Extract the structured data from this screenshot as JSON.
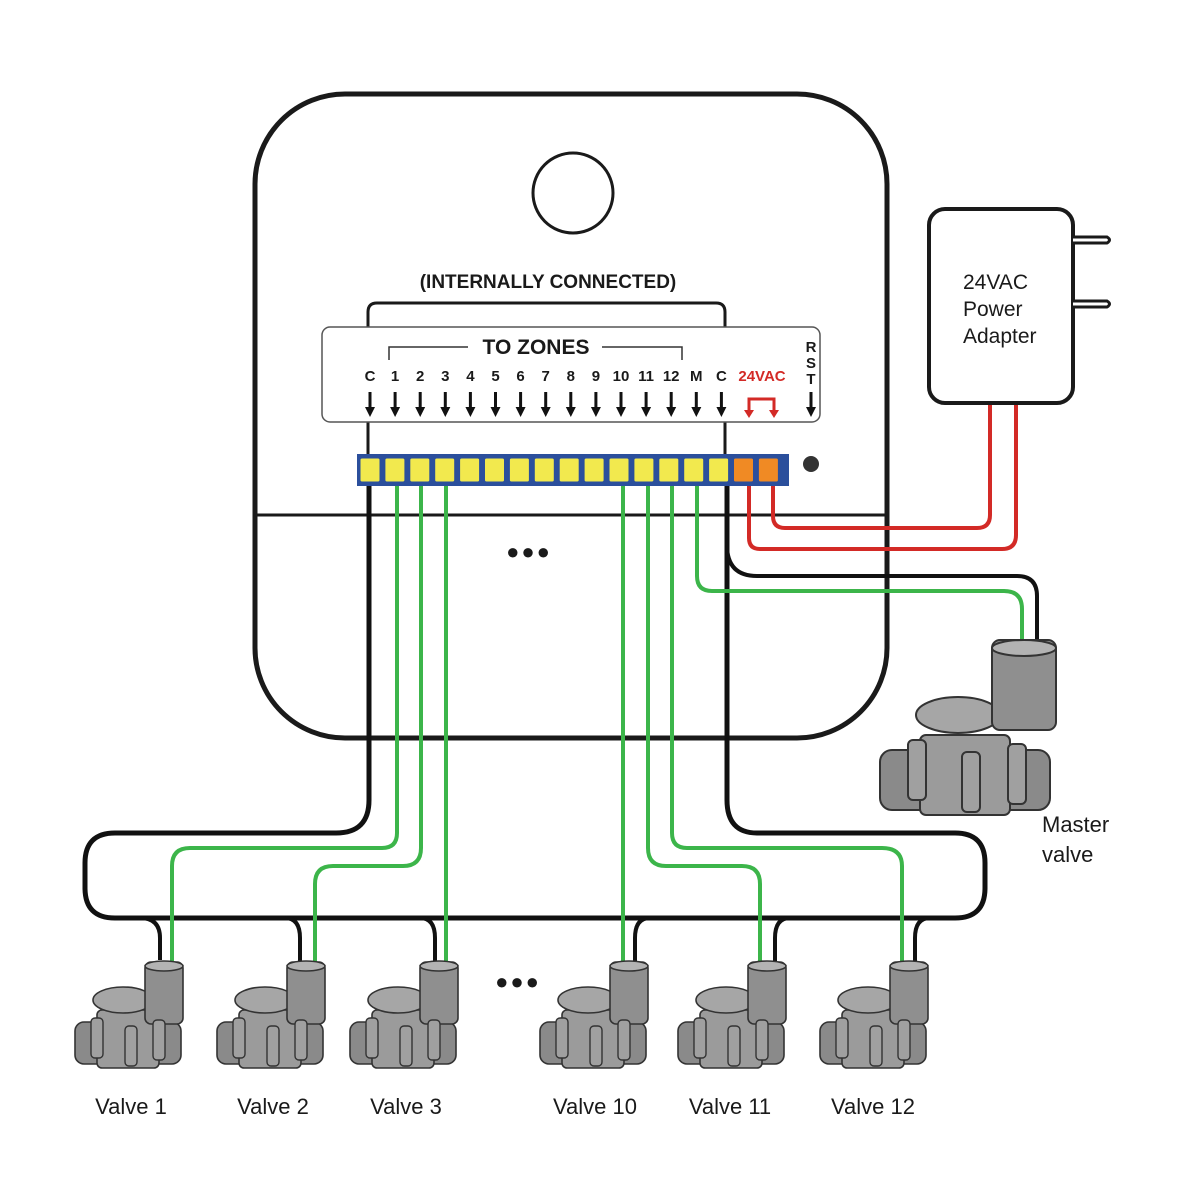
{
  "controller": {
    "internal_note": "(INTERNALLY CONNECTED)",
    "to_zones_label": "TO ZONES",
    "terminal_labels": [
      "C",
      "1",
      "2",
      "3",
      "4",
      "5",
      "6",
      "7",
      "8",
      "9",
      "10",
      "11",
      "12",
      "M",
      "C"
    ],
    "power_terminal_label": "24VAC",
    "reset_label_letters": [
      "R",
      "S",
      "T"
    ],
    "ellipsis": "●●●"
  },
  "adapter": {
    "lines": [
      "24VAC",
      "Power",
      "Adapter"
    ]
  },
  "master_valve": {
    "lines": [
      "Master",
      "valve"
    ]
  },
  "valves": [
    {
      "label": "Valve 1"
    },
    {
      "label": "Valve 2"
    },
    {
      "label": "Valve 3"
    },
    {
      "label": "Valve 10"
    },
    {
      "label": "Valve 11"
    },
    {
      "label": "Valve 12"
    }
  ],
  "valve_ellipsis": "●●●",
  "colors": {
    "common_wire": "#111111",
    "zone_wire": "#3cb54a",
    "power_wire": "#d32a26",
    "terminal_block": "#2b4f9c",
    "terminal": "#f2e94e",
    "power_terminal": "#f08a24",
    "valve_body": "#8f8f8f",
    "power_text": "#d32a26"
  }
}
